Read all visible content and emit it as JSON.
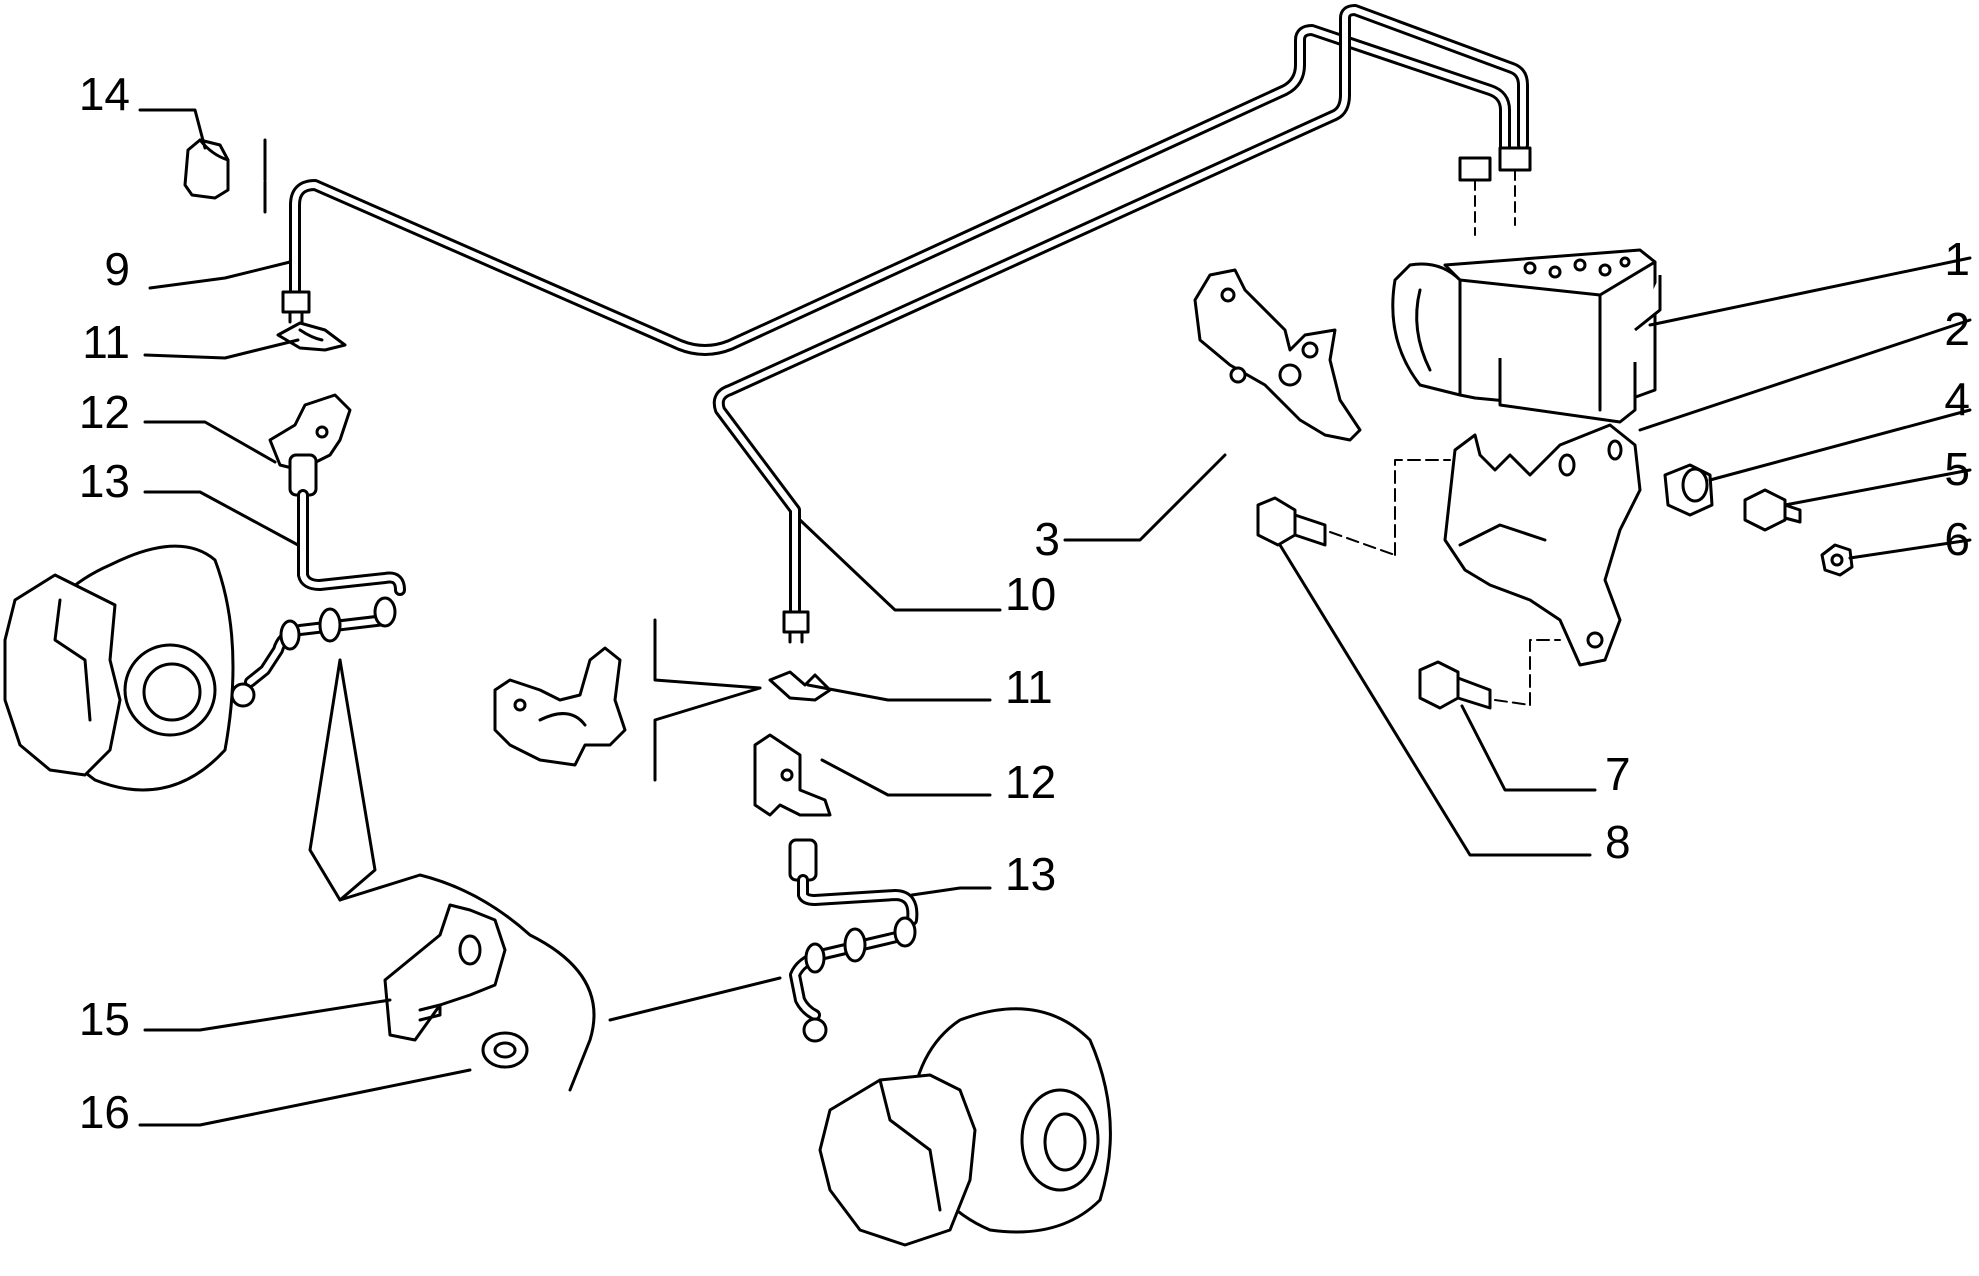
{
  "callouts": {
    "c1": "1",
    "c2": "2",
    "c3": "3",
    "c4": "4",
    "c5": "5",
    "c6": "6",
    "c7": "7",
    "c8": "8",
    "c9": "9",
    "c10": "10",
    "c11a": "11",
    "c11b": "11",
    "c12a": "12",
    "c12b": "12",
    "c13a": "13",
    "c13b": "13",
    "c14": "14",
    "c15": "15",
    "c16": "16"
  }
}
